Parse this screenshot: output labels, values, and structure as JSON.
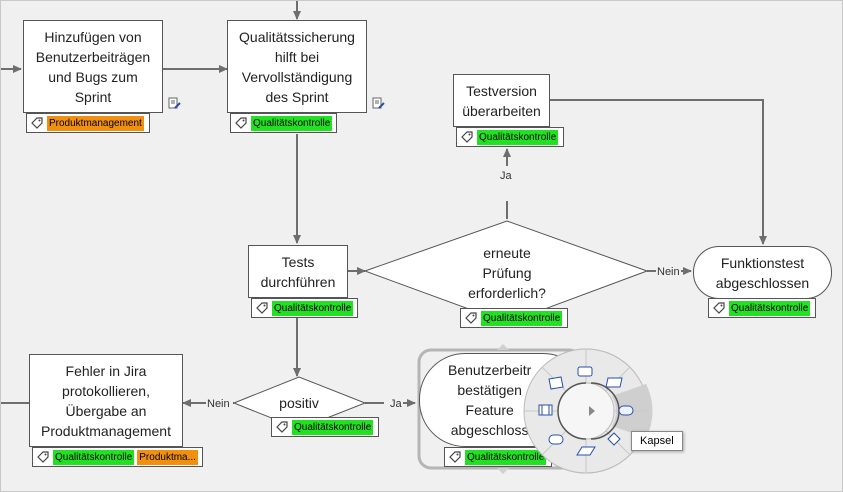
{
  "nodes": {
    "add_stories": "Hinzufügen von\nBenutzerbeiträgen\nund Bugs zum\nSprint",
    "qa_sprint": "Qualitätssicherung\nhilft bei\nVervollständigung\ndes Sprint",
    "rework_test": "Testversion\nüberarbeiten",
    "run_tests": "Tests\ndurchführen",
    "recheck": "erneute\nPrüfung\nerforderlich?",
    "function_test_done": "Funktionstest\nabgeschlossen",
    "log_bugs": "Fehler in Jira\nprotokollieren,\nÜbergabe an\nProduktmanagement",
    "positive": "positiv",
    "user_confirmed": "Benutzerbeitr\nbestätigen\nFeature\nabgeschloss"
  },
  "tags": {
    "qa": "Qualitätskontrolle",
    "pm": "Produktmanagement",
    "pm_truncated": "Produktma..."
  },
  "edges": {
    "yes": "Ja",
    "no": "Nein"
  },
  "menu": {
    "tooltip": "Kapsel"
  },
  "colors": {
    "qa_tag": "#22e022",
    "pm_tag": "#f0900e",
    "line": "#6e6e6e"
  }
}
